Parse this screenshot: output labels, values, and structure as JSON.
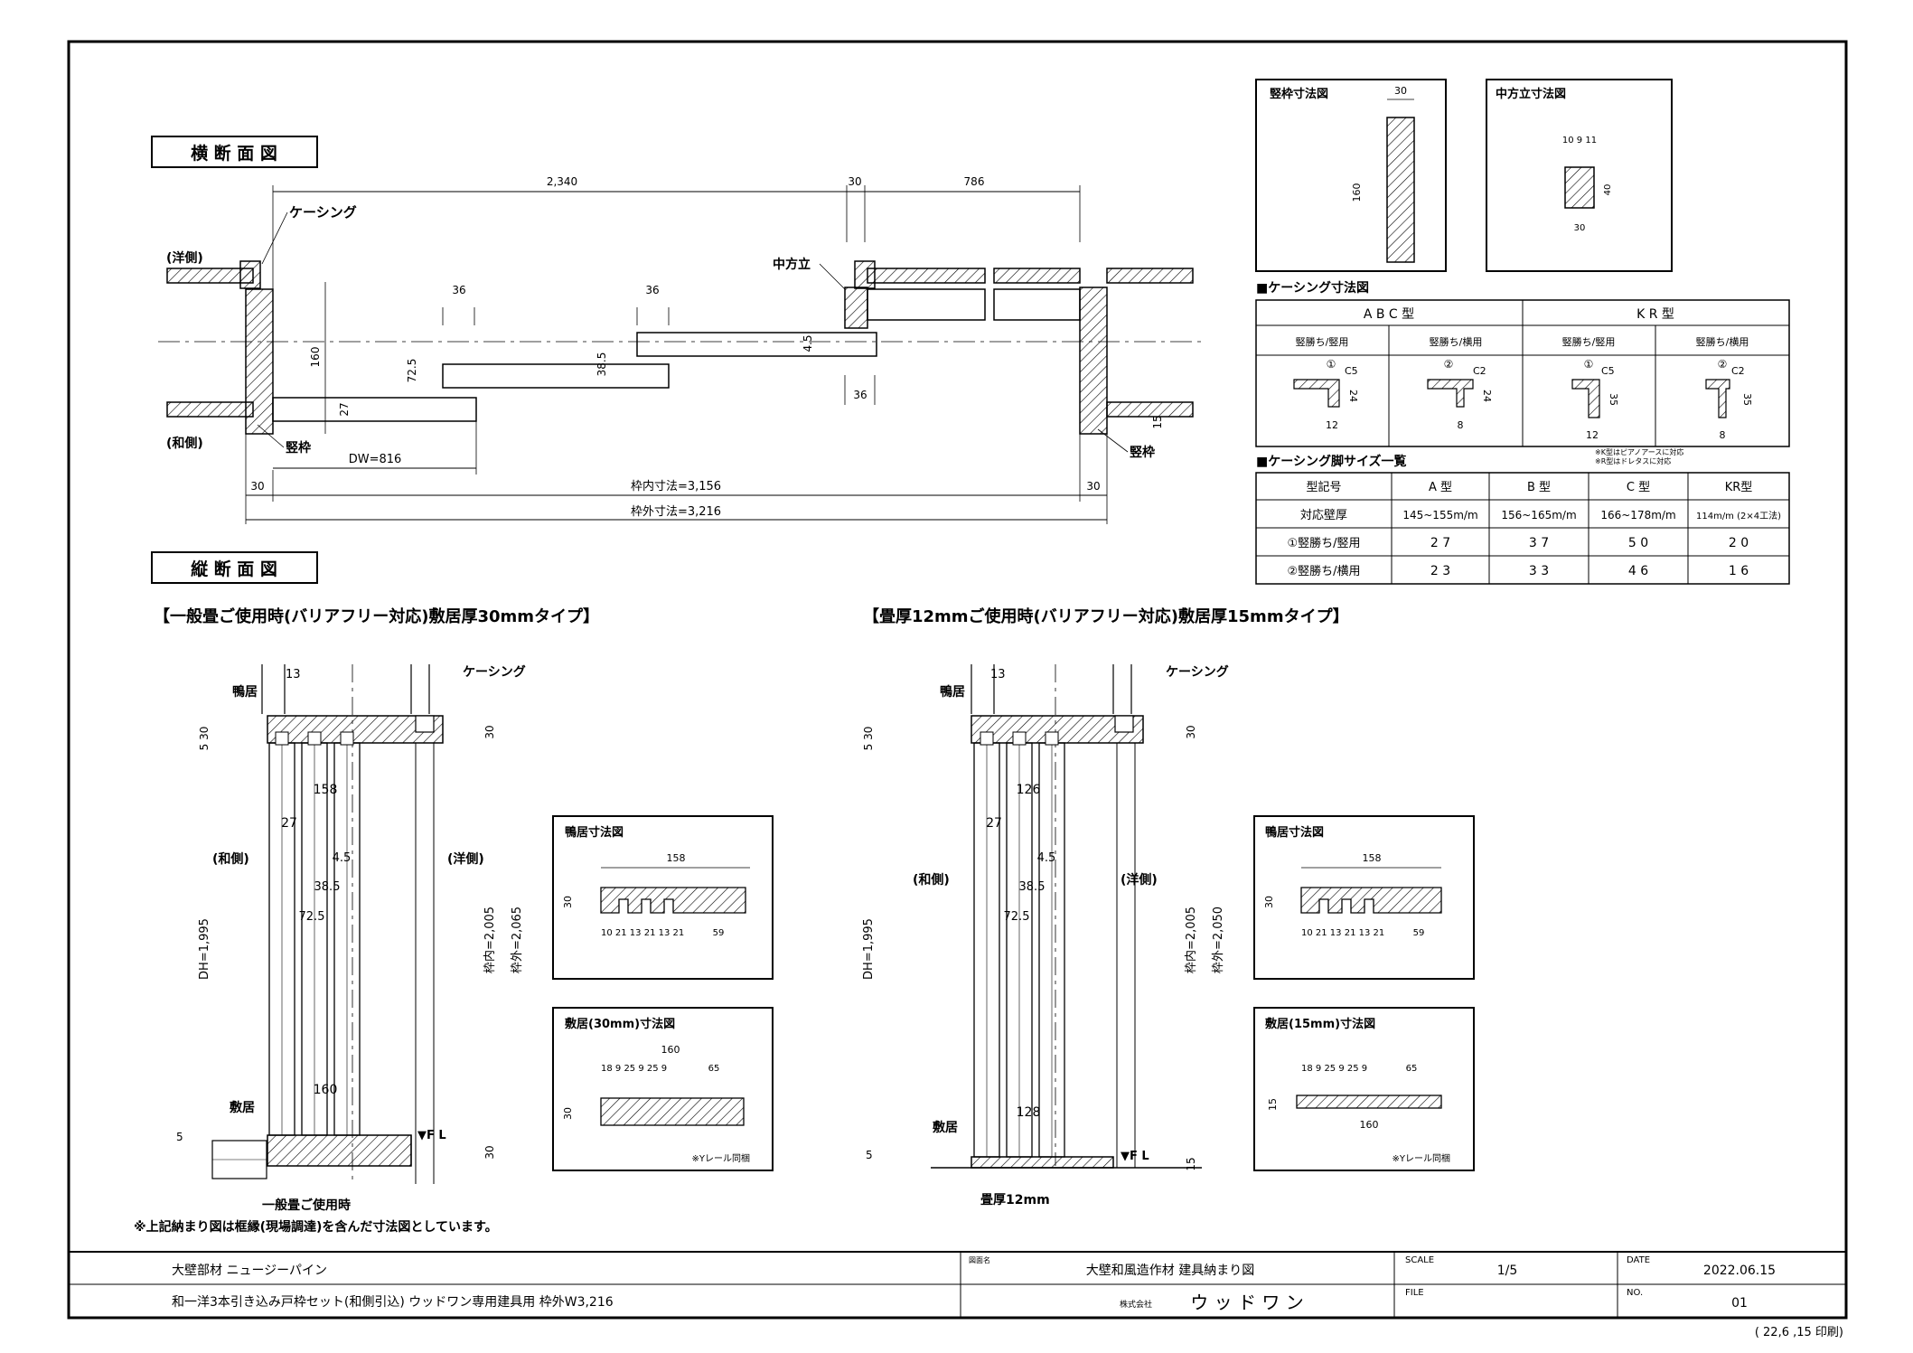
{
  "sections": {
    "horizontal": "横 断 面 図",
    "vertical": "縦 断 面 図"
  },
  "horizontal": {
    "dims_top": [
      "2,340",
      "30",
      "786"
    ],
    "casing": "ケーシング",
    "western_side": "(洋側)",
    "japanese_side": "(和側)",
    "center_mullion": "中方立",
    "jamb_left": "竪枠",
    "jamb_right": "竪枠",
    "dw": "DW=816",
    "dim_36": "36",
    "dim_160": "160",
    "dim_72_5": "72.5",
    "dim_27": "27",
    "dim_38_5": "38.5",
    "dim_4_5": "4.5",
    "dim_15": "15",
    "dim_30": "30",
    "inner_size": "枠内寸法=3,156",
    "outer_size": "枠外寸法=3,216"
  },
  "jamb_detail": {
    "title": "竪枠寸法図",
    "w": "30",
    "h": "160"
  },
  "mullion_detail": {
    "title": "中方立寸法図",
    "top": "10 9 11",
    "h": "40",
    "w": "30"
  },
  "casing_table": {
    "title": "■ケーシング寸法図",
    "types": [
      "A B C 型",
      "K R 型"
    ],
    "subheads": [
      "竪勝ち/竪用",
      "竪勝ち/横用",
      "竪勝ち/竪用",
      "竪勝ち/横用"
    ],
    "marks": [
      "①",
      "②",
      "①",
      "②"
    ],
    "chamfer": [
      "C5",
      "C2",
      "C5",
      "C2"
    ],
    "heights": [
      "24",
      "24",
      "35",
      "35"
    ],
    "widths": [
      "12",
      "8",
      "12",
      "8"
    ]
  },
  "leg_table": {
    "title": "■ケーシング脚サイズ一覧",
    "notes": [
      "※K型はピアノアースに対応",
      "※R型はドレタスに対応"
    ],
    "headers": [
      "型記号",
      "A 型",
      "B 型",
      "C 型",
      "KR型"
    ],
    "rows": [
      [
        "対応壁厚",
        "145~155m/m",
        "156~165m/m",
        "166~178m/m",
        "114m/m (2×4工法)"
      ],
      [
        "①竪勝ち/竪用",
        "2 7",
        "3 7",
        "5 0",
        "2 0"
      ],
      [
        "②竪勝ち/横用",
        "2 3",
        "3 3",
        "4 6",
        "1 6"
      ]
    ]
  },
  "vertical_left": {
    "title": "【一般畳ご使用時(バリアフリー対応)敷居厚30mmタイプ】",
    "lintel": "鴨居",
    "casing": "ケーシング",
    "sill": "敷居",
    "wa": "(和側)",
    "yo": "(洋側)",
    "dh": "DH=1,995",
    "inner": "枠内=2,005",
    "outer": "枠外=2,065",
    "fl": "▼F L",
    "tatami": "一般畳ご使用時",
    "dims": {
      "top": "5 30",
      "d13": "13",
      "d158": "158",
      "d27": "27",
      "d45": "4.5",
      "d385": "38.5",
      "d725": "72.5",
      "d160": "160",
      "d30a": "30",
      "d30b": "30",
      "d5": "5"
    }
  },
  "vertical_right": {
    "title": "【畳厚12mmご使用時(バリアフリー対応)敷居厚15mmタイプ】",
    "lintel": "鴨居",
    "casing": "ケーシング",
    "sill": "敷居",
    "wa": "(和側)",
    "yo": "(洋側)",
    "dh": "DH=1,995",
    "inner": "枠内=2,005",
    "outer": "枠外=2,050",
    "fl": "▼F L",
    "tatami": "畳厚12mm",
    "dims": {
      "top": "5 30",
      "d13": "13",
      "d126": "126",
      "d27": "27",
      "d45": "4.5",
      "d385": "38.5",
      "d725": "72.5",
      "d128": "128",
      "d30a": "30",
      "d15": "15",
      "d5": "5"
    }
  },
  "lintel_detail_left": {
    "title": "鴨居寸法図",
    "w": "158",
    "h": "30",
    "dims": "10 21 13 21 13 21",
    "d59": "59"
  },
  "lintel_detail_right": {
    "title": "鴨居寸法図",
    "w": "158",
    "h": "30",
    "dims": "10 21 13 21 13 21",
    "d59": "59"
  },
  "sill_detail_left": {
    "title": "敷居(30mm)寸法図",
    "w": "160",
    "dims": "18 9 25 9 25 9",
    "d65": "65",
    "h": "30",
    "note": "※Yレール同梱"
  },
  "sill_detail_right": {
    "title": "敷居(15mm)寸法図",
    "w": "160",
    "dims": "18 9 25 9 25 9",
    "d65": "65",
    "h": "15",
    "note": "※Yレール同梱"
  },
  "footnote": "※上記納まり図は框縁(現場調達)を含んだ寸法図としています。",
  "title_block": {
    "line1": "大壁部材 ニュージーパイン",
    "line2": "和一洋3本引き込み戸枠セット(和側引込) ウッドワン専用建具用 枠外W3,216",
    "drawing_label": "図面名",
    "drawing_name": "大壁和風造作材 建具納まり図",
    "company_prefix": "株式会社",
    "company": "ウ ッ ド ワ ン",
    "scale_label": "SCALE",
    "scale": "1/5",
    "file_label": "FILE",
    "date_label": "DATE",
    "date": "2022.06.15",
    "no_label": "NO.",
    "no": "01"
  },
  "printed": "( 22,6 ,15 印刷)"
}
